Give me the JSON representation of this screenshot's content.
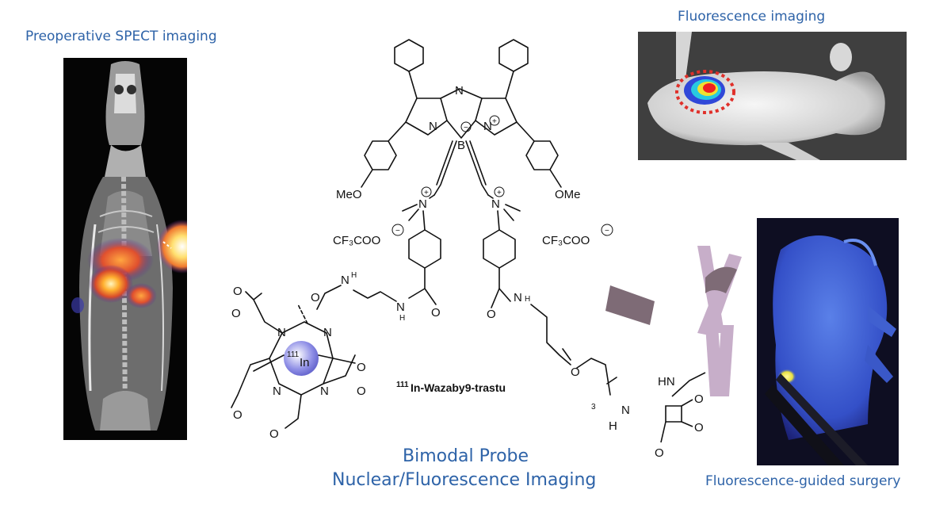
{
  "captions": {
    "spect": "Preoperative SPECT imaging",
    "fluorescence": "Fluorescence imaging",
    "surgery": "Fluorescence-guided surgery",
    "bimodal_line1": "Bimodal Probe",
    "bimodal_line2": "Nuclear/Fluorescence Imaging"
  },
  "molecule": {
    "name_superscript": "111",
    "name_text": "In-Wazaby9-trastu",
    "metal_superscript": "111",
    "metal_symbol": "In",
    "counterion_left": "CF₃COO",
    "counterion_right": "CF₃COO",
    "methoxy_left": "MeO",
    "methoxy_right": "OMe"
  }
}
